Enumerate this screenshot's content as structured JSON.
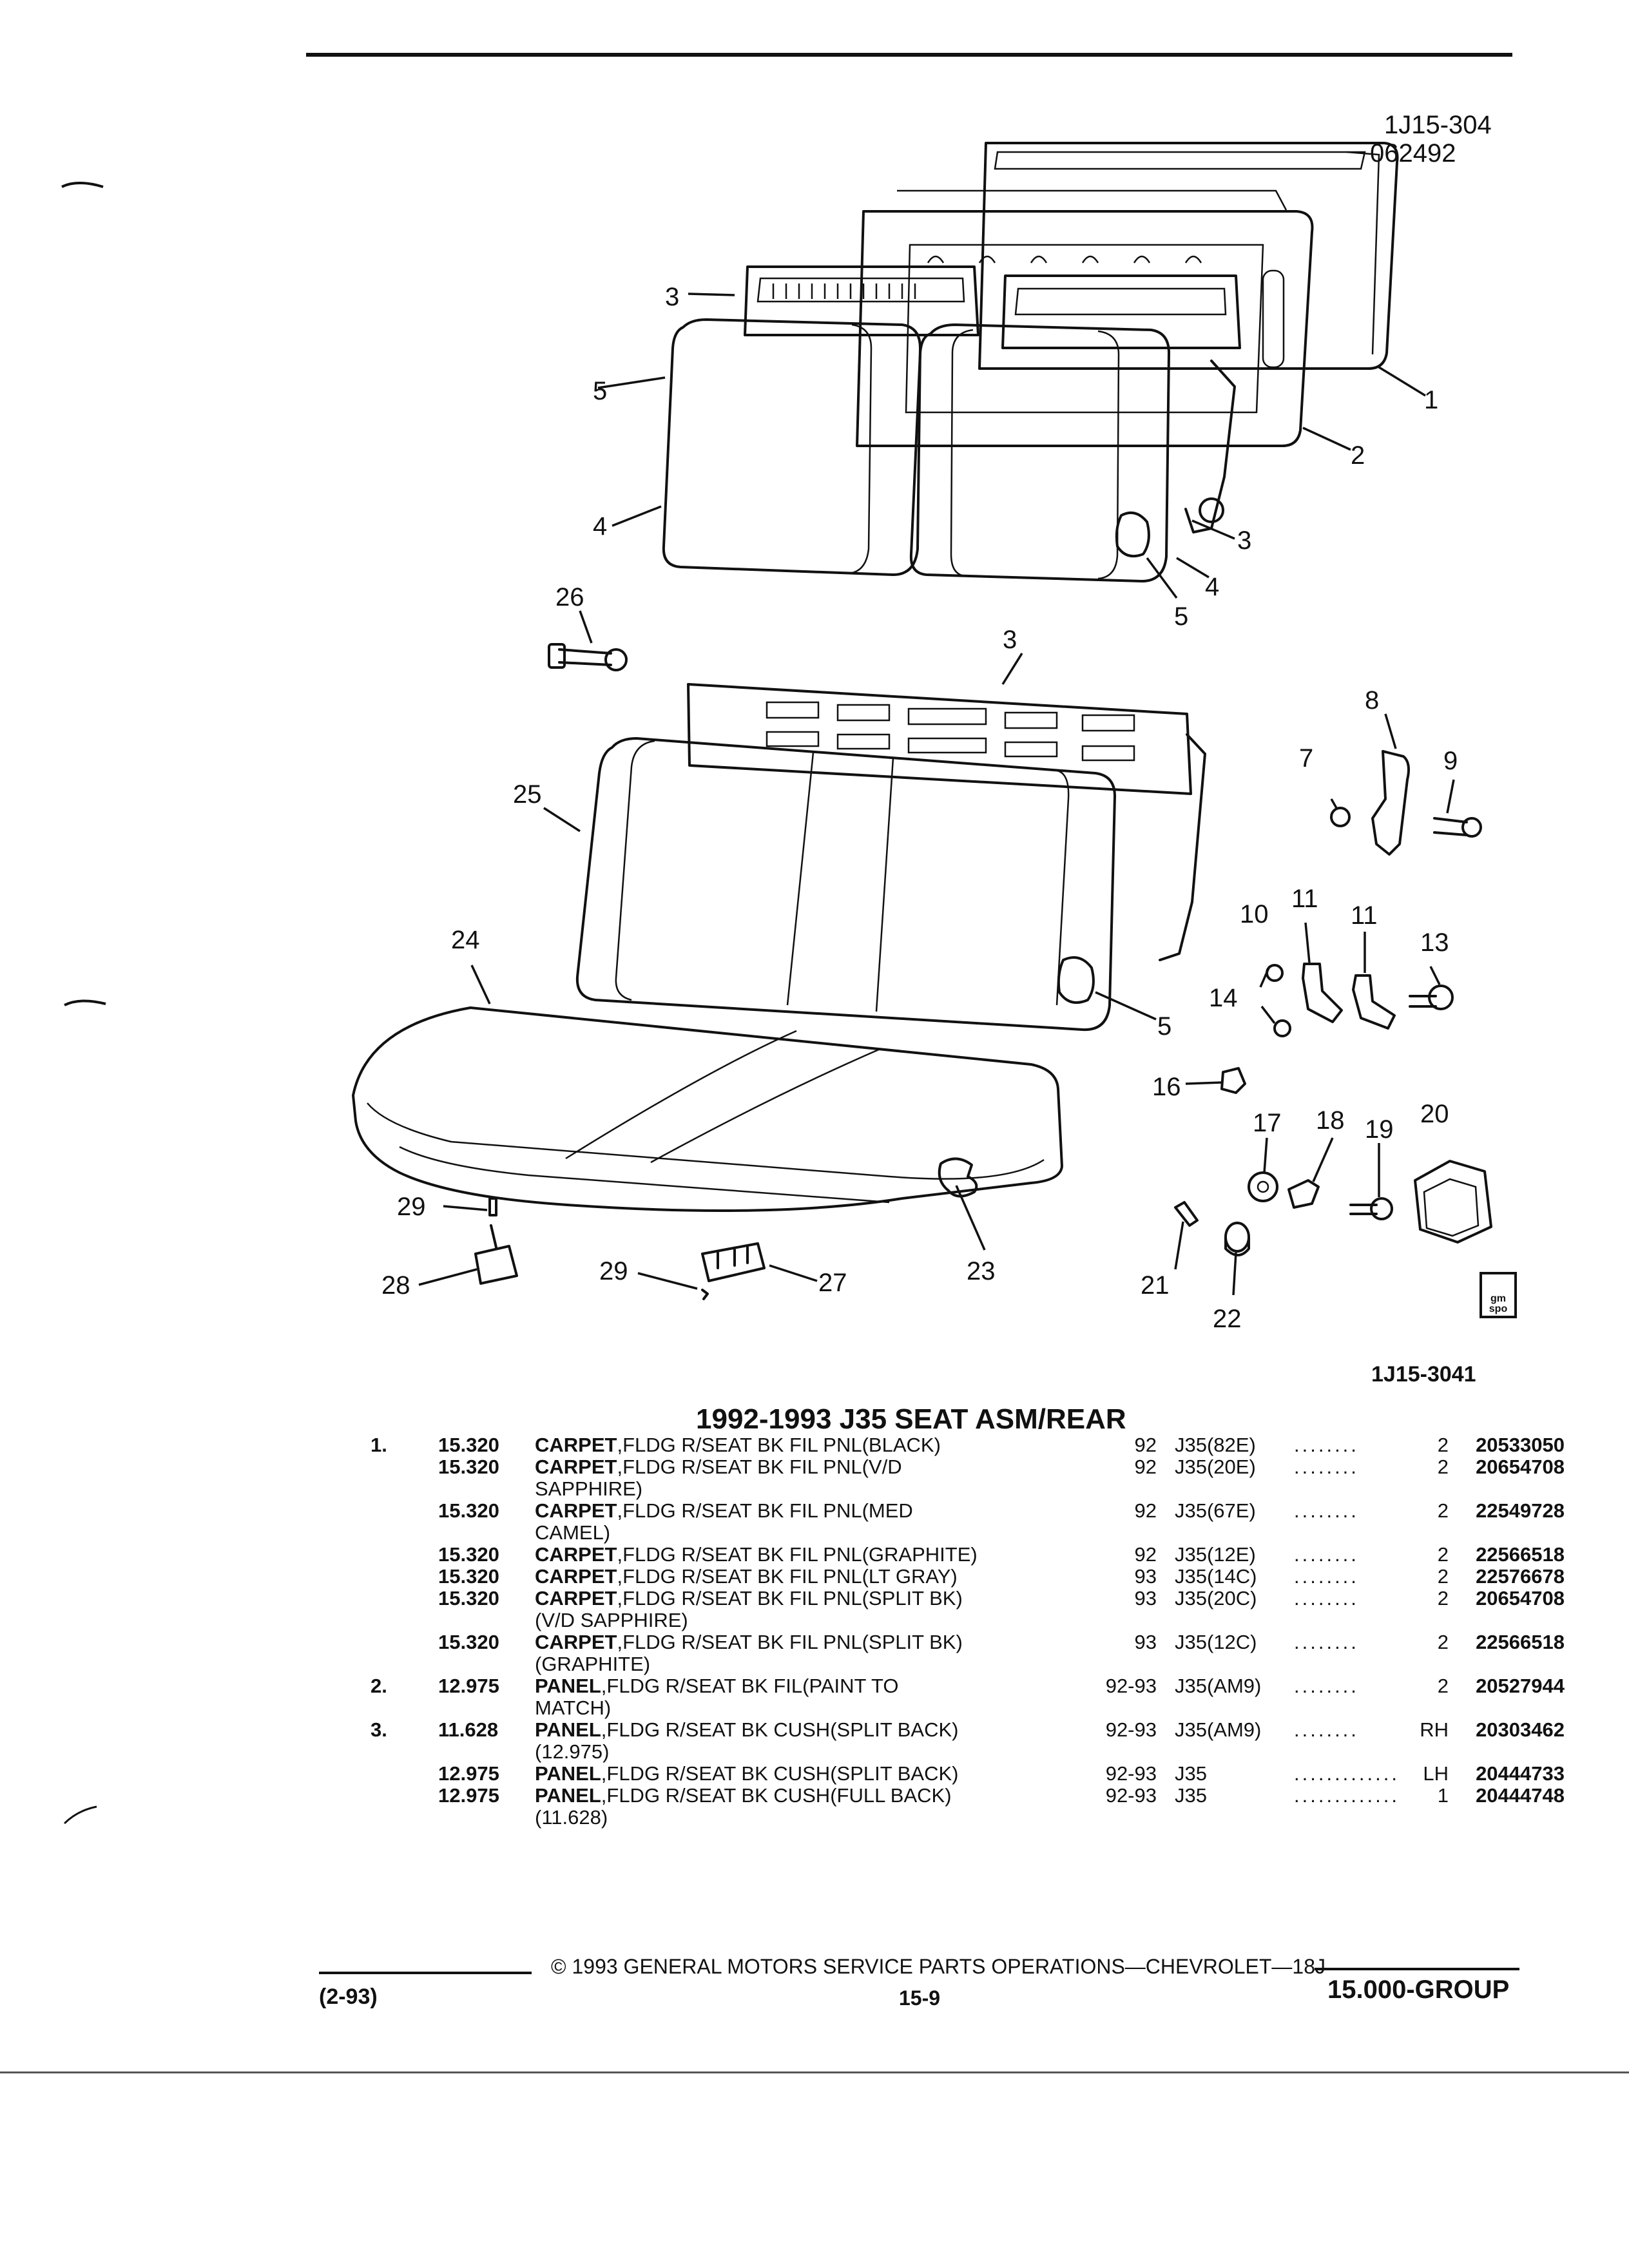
{
  "header": {
    "ref_code": "1J15-304",
    "ref_date": "062492"
  },
  "figure": {
    "figure_id": "1J15-3041",
    "callouts": [
      "1",
      "2",
      "3",
      "3",
      "3",
      "4",
      "4",
      "5",
      "5",
      "5",
      "7",
      "8",
      "9",
      "10",
      "11",
      "11",
      "13",
      "14",
      "16",
      "17",
      "18",
      "19",
      "20",
      "21",
      "22",
      "23",
      "24",
      "25",
      "26",
      "27",
      "28",
      "29",
      "29"
    ],
    "logo_text": "gm spo"
  },
  "section": {
    "title": "1992-1993 J35 SEAT ASM/REAR"
  },
  "parts": [
    {
      "item": "1.",
      "group": "15.320",
      "name": "CARPET",
      "desc": ",FLDG R/SEAT BK FIL PNL(BLACK)",
      "desc2": "",
      "years": "92",
      "usage": "J35(82E)",
      "dots": "........",
      "qty": "2",
      "part": "20533050"
    },
    {
      "item": "",
      "group": "15.320",
      "name": "CARPET",
      "desc": ",FLDG R/SEAT BK FIL PNL(V/D",
      "desc2": "SAPPHIRE)",
      "years": "92",
      "usage": "J35(20E)",
      "dots": "........",
      "qty": "2",
      "part": "20654708"
    },
    {
      "item": "",
      "group": "15.320",
      "name": "CARPET",
      "desc": ",FLDG R/SEAT BK FIL PNL(MED",
      "desc2": "CAMEL)",
      "years": "92",
      "usage": "J35(67E)",
      "dots": "........",
      "qty": "2",
      "part": "22549728"
    },
    {
      "item": "",
      "group": "15.320",
      "name": "CARPET",
      "desc": ",FLDG R/SEAT BK FIL PNL(GRAPHITE)",
      "desc2": "",
      "years": "92",
      "usage": "J35(12E)",
      "dots": "........",
      "qty": "2",
      "part": "22566518"
    },
    {
      "item": "",
      "group": "15.320",
      "name": "CARPET",
      "desc": ",FLDG R/SEAT BK FIL PNL(LT GRAY)",
      "desc2": "",
      "years": "93",
      "usage": "J35(14C)",
      "dots": "........",
      "qty": "2",
      "part": "22576678"
    },
    {
      "item": "",
      "group": "15.320",
      "name": "CARPET",
      "desc": ",FLDG R/SEAT BK FIL PNL(SPLIT BK)",
      "desc2": "(V/D SAPPHIRE)",
      "years": "93",
      "usage": "J35(20C)",
      "dots": "........",
      "qty": "2",
      "part": "20654708"
    },
    {
      "item": "",
      "group": "15.320",
      "name": "CARPET",
      "desc": ",FLDG R/SEAT BK FIL PNL(SPLIT BK)",
      "desc2": "(GRAPHITE)",
      "years": "93",
      "usage": "J35(12C)",
      "dots": "........",
      "qty": "2",
      "part": "22566518"
    },
    {
      "item": "2.",
      "group": "12.975",
      "name": "PANEL",
      "desc": ",FLDG R/SEAT BK FIL(PAINT TO",
      "desc2": "MATCH)",
      "years": "92-93",
      "usage": "J35(AM9)",
      "dots": "........",
      "qty": "2",
      "part": "20527944"
    },
    {
      "item": "3.",
      "group": "11.628",
      "name": "PANEL",
      "desc": ",FLDG R/SEAT BK CUSH(SPLIT BACK)",
      "desc2": "(12.975)",
      "years": "92-93",
      "usage": "J35(AM9)",
      "dots": "........",
      "qty": "RH",
      "part": "20303462"
    },
    {
      "item": "",
      "group": "12.975",
      "name": "PANEL",
      "desc": ",FLDG R/SEAT BK CUSH(SPLIT BACK)",
      "desc2": "",
      "years": "92-93",
      "usage": "J35",
      "dots": ".............",
      "qty": "LH",
      "part": "20444733"
    },
    {
      "item": "",
      "group": "12.975",
      "name": "PANEL",
      "desc": ",FLDG R/SEAT BK CUSH(FULL BACK)",
      "desc2": "(11.628)",
      "years": "92-93",
      "usage": "J35",
      "dots": ".............",
      "qty": "1",
      "part": "20444748"
    }
  ],
  "footer": {
    "copyright": "© 1993 GENERAL MOTORS SERVICE PARTS OPERATIONS—CHEVROLET—18J",
    "revision": "(2-93)",
    "page": "15-9",
    "group": "15.000-GROUP"
  }
}
